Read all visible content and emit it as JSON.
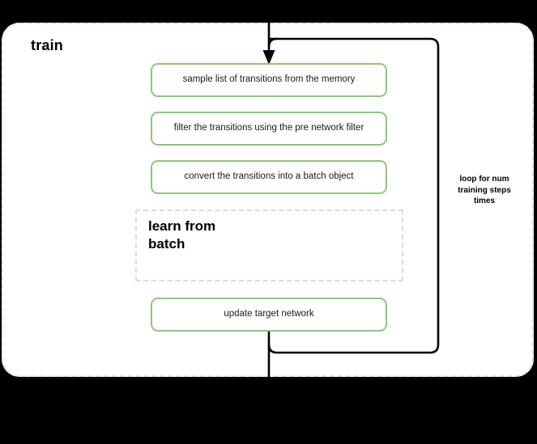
{
  "diagram": {
    "title": "train",
    "background_color": "#000000",
    "canvas_color": "#ffffff",
    "accent_color": "#8cc878",
    "dashed_border_color": "#e3e3e3",
    "connector_color": "#000000"
  },
  "steps": [
    {
      "label": "sample list of transitions from the memory"
    },
    {
      "label": "filter the transitions using the pre network filter"
    },
    {
      "label": "convert the transitions into a batch object"
    },
    {
      "label": "update target network"
    }
  ],
  "sub_group": {
    "label": "learn from\nbatch"
  },
  "loop": {
    "label": "loop for num\ntraining steps\ntimes"
  }
}
